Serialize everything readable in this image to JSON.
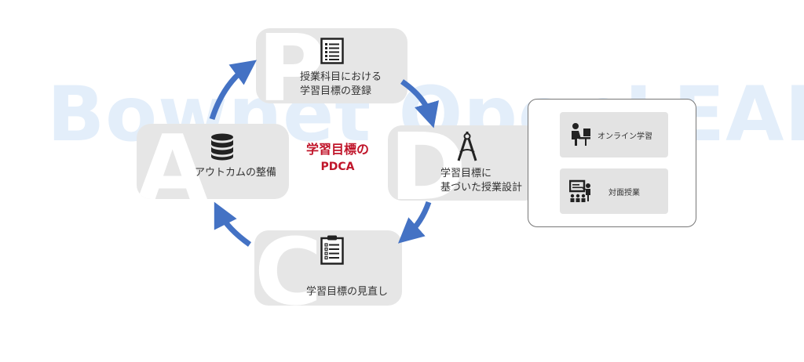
{
  "watermark": "Bownet OpenLEAP",
  "center": {
    "line1": "学習目標の",
    "line2": "PDCA"
  },
  "cycle": {
    "plan": {
      "letter": "P",
      "line1": "授業科目における",
      "line2": "学習目標の登録",
      "icon": "list-document-icon"
    },
    "do": {
      "letter": "D",
      "line1": "学習目標に",
      "line2": "基づいた授業設計",
      "icon": "compass-icon"
    },
    "check": {
      "letter": "C",
      "line1": "学習目標の見直し",
      "icon": "clipboard-checklist-icon"
    },
    "act": {
      "letter": "A",
      "line1": "アウトカムの整備",
      "icon": "database-icon"
    }
  },
  "modes": {
    "online": {
      "label": "オンライン学習",
      "icon": "person-at-computer-icon"
    },
    "face": {
      "label": "対面授業",
      "icon": "teacher-presenting-icon"
    }
  },
  "colors": {
    "arrow": "#4472c4",
    "accent": "#c0152a",
    "box": "#e6e6e6"
  }
}
